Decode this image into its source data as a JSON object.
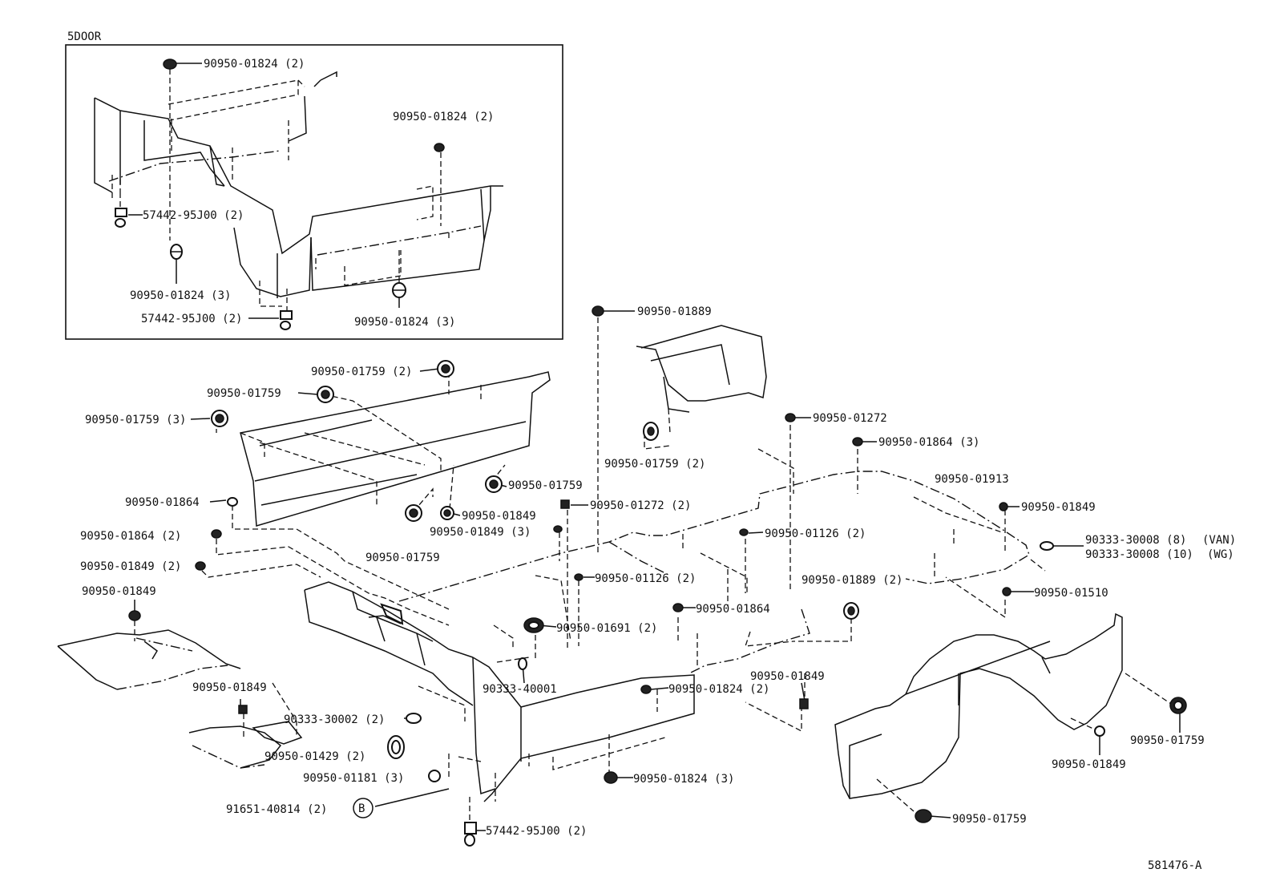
{
  "inset": {
    "title": "5DOOR",
    "labels": [
      "90950-01824 (2)",
      "90950-01824 (2)",
      "57442-95J00 (2)",
      "90950-01824 (3)",
      "57442-95J00 (2)",
      "90950-01824 (3)"
    ]
  },
  "callouts": [
    "90950-01889",
    "90950-01759 (2)",
    "90950-01759",
    "90950-01759 (3)",
    "90950-01272",
    "90950-01759 (2)",
    "90950-01864 (3)",
    "90950-01913",
    "90950-01759",
    "90950-01864",
    "90950-01849",
    "90950-01272 (2)",
    "90950-01849",
    "90950-01864 (2)",
    "90950-01849 (3)",
    "90950-01126 (2)",
    "90333-30008 (8)",
    "(VAN)",
    "90333-30008 (10)",
    "(WG)",
    "90950-01849 (2)",
    "90950-01759",
    "90950-01889 (2)",
    "90950-01126 (2)",
    "90950-01510",
    "90950-01849",
    "90950-01864",
    "90950-01691 (2)",
    "90333-40001",
    "90950-01849",
    "90950-01824 (2)",
    "90950-01849",
    "90333-30002 (2)",
    "90950-01429 (2)",
    "90950-01759",
    "90950-01181 (3)",
    "90950-01824 (3)",
    "90950-01849",
    "91651-40814 (2)",
    "B",
    "90950-01759",
    "57442-95J00 (2)"
  ],
  "diagram_id": "581476-A"
}
